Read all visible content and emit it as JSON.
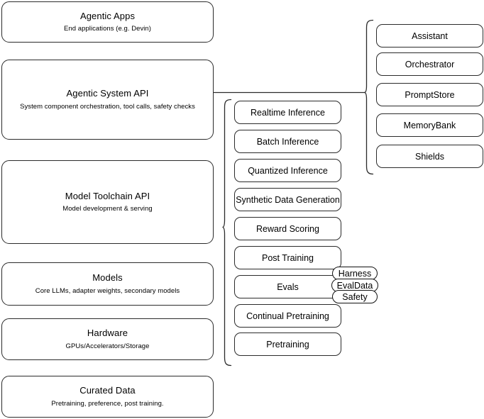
{
  "diagram": {
    "title": "AI Stack Architecture Diagram",
    "stroke_color": "#2b2b2b",
    "background_color": "#ffffff"
  },
  "stack_layers": [
    {
      "name": "agentic-apps",
      "title": "Agentic Apps",
      "subtitle": "End applications (e.g. Devin)"
    },
    {
      "name": "agentic-system-api",
      "title": "Agentic System API",
      "subtitle": "System component orchestration, tool calls, safety checks"
    },
    {
      "name": "model-toolchain-api",
      "title": "Model Toolchain API",
      "subtitle": "Model development & serving"
    },
    {
      "name": "models",
      "title": "Models",
      "subtitle": "Core LLMs, adapter weights, secondary models"
    },
    {
      "name": "hardware",
      "title": "Hardware",
      "subtitle": "GPUs/Accelerators/Storage"
    },
    {
      "name": "curated-data",
      "title": "Curated Data",
      "subtitle": "Pretraining, preference, post training."
    }
  ],
  "toolchain_capabilities": [
    {
      "label": "Realtime Inference"
    },
    {
      "label": "Batch Inference"
    },
    {
      "label": "Quantized Inference"
    },
    {
      "label": "Synthetic Data Generation"
    },
    {
      "label": "Reward Scoring"
    },
    {
      "label": "Post Training"
    },
    {
      "label": "Evals"
    },
    {
      "label": "Continual Pretraining"
    },
    {
      "label": "Pretraining"
    }
  ],
  "eval_badges": [
    {
      "label": "Harness"
    },
    {
      "label": "EvalData"
    },
    {
      "label": "Safety"
    }
  ],
  "system_components": [
    {
      "label": "Assistant"
    },
    {
      "label": "Orchestrator"
    },
    {
      "label": "PromptStore"
    },
    {
      "label": "MemoryBank"
    },
    {
      "label": "Shields"
    }
  ]
}
